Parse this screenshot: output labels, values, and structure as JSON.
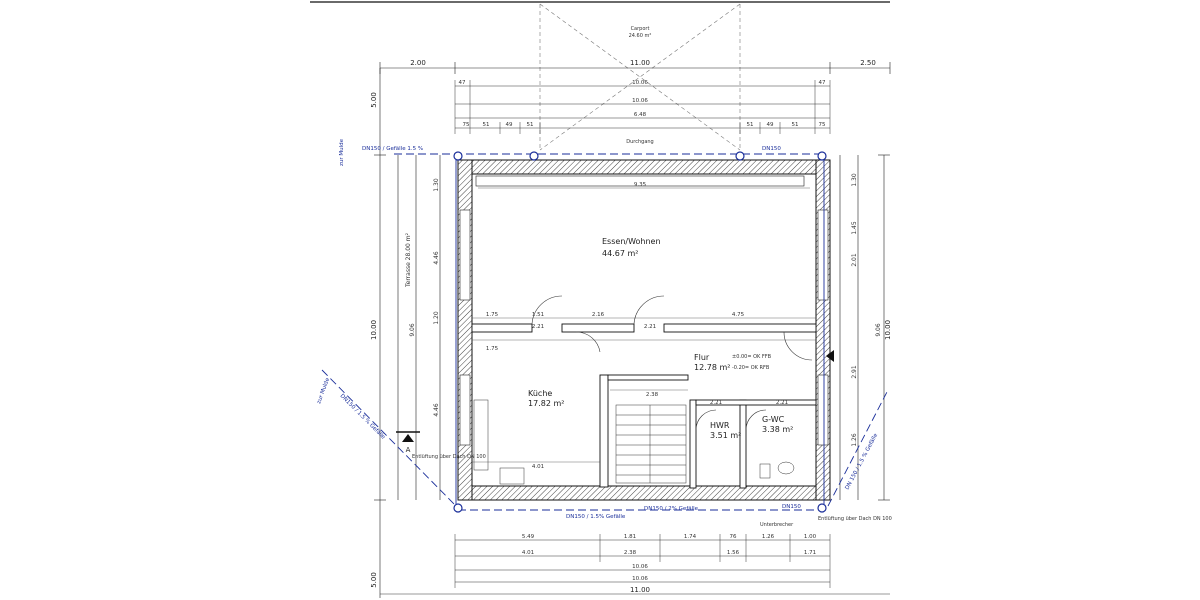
{
  "overall": {
    "width_total": "11.00",
    "left_margin": "2.00",
    "right_margin": "2.50",
    "left_vertical_top": "5.00",
    "left_vertical_mid": "10.00",
    "left_vertical_bottom": "5.00",
    "right_vertical_mid": "10.00"
  },
  "rooms": {
    "carport": {
      "name": "Carport",
      "area": "24.60 m²"
    },
    "essen": {
      "name": "Essen/Wohnen",
      "area": "44.67 m²"
    },
    "kueche": {
      "name": "Küche",
      "area": "17.82 m²"
    },
    "flur": {
      "name": "Flur",
      "area": "12.78 m²"
    },
    "hwr": {
      "name": "HWR",
      "area": "3.51 m²"
    },
    "gwc": {
      "name": "G-WC",
      "area": "3.38 m²"
    },
    "terrasse": {
      "name": "Terrasse 28.00 m²"
    }
  },
  "levels": {
    "ffb": "±0.00= OK FFB",
    "rfb": "-0.20= OK RFB"
  },
  "section_marker": "A",
  "labels": {
    "durchgang": "Durchgang",
    "entlueftung_left": "Entlüftung über Dach DN 100",
    "entlueftung_right": "Entlüftung über Dach DN 100",
    "mulde_left_top": "zur Mulde",
    "mulde_left_bottom": "zur Mulde",
    "unterbrecher": "Unterbrecher"
  },
  "drains": {
    "top": "DN150 / Gefälle 1.5 %",
    "top_right": "DN150",
    "bottom": "DN150 / 1.5% Gefälle",
    "bottom_mid": "DN150 / 2% Gefälle",
    "bottom_right": "DN150",
    "left_diag": "DN150 / 1.5 % Gefälle",
    "right_diag": "DN 150 / 1.5 % Gefälle"
  },
  "dims_top": {
    "row1": [
      "47",
      "10.06",
      "47"
    ],
    "row2": [
      "10.06"
    ],
    "row3": [
      "6.48"
    ],
    "row4": [
      "75",
      "51",
      "49",
      "51",
      "51",
      "49",
      "51",
      "75"
    ]
  },
  "dims_interior": {
    "essen_width": "9.35",
    "mid_left": "1.51",
    "mid_a": "2.16",
    "mid_b": "4.75",
    "door_a": "2.21",
    "door_b": "2.21",
    "kitchen_w": "4.01",
    "stair": "2.38",
    "left_1": "1.75",
    "left_2": "1.75",
    "hwr_w": "2.21",
    "gwc_w": "2.21"
  },
  "dims_bottom": {
    "row1": [
      "5.49",
      "1.81",
      "1.74",
      "76",
      "1.26",
      "1.00"
    ],
    "row2": [
      "4.01",
      "2.38",
      "1.56",
      "1.71"
    ],
    "row3": [
      "10.06"
    ],
    "row4": [
      "10.06"
    ],
    "total": "11.00"
  },
  "dims_left": [
    "1.30",
    "4.46",
    "1.20",
    "9.06",
    "4.46"
  ],
  "dims_right": [
    "1.30",
    "1.45",
    "2.01",
    "9.06",
    "2.91",
    "1.26"
  ],
  "colors": {
    "line": "#1d1d1d",
    "drain": "#1a2e9a",
    "hatch": "#555555"
  }
}
